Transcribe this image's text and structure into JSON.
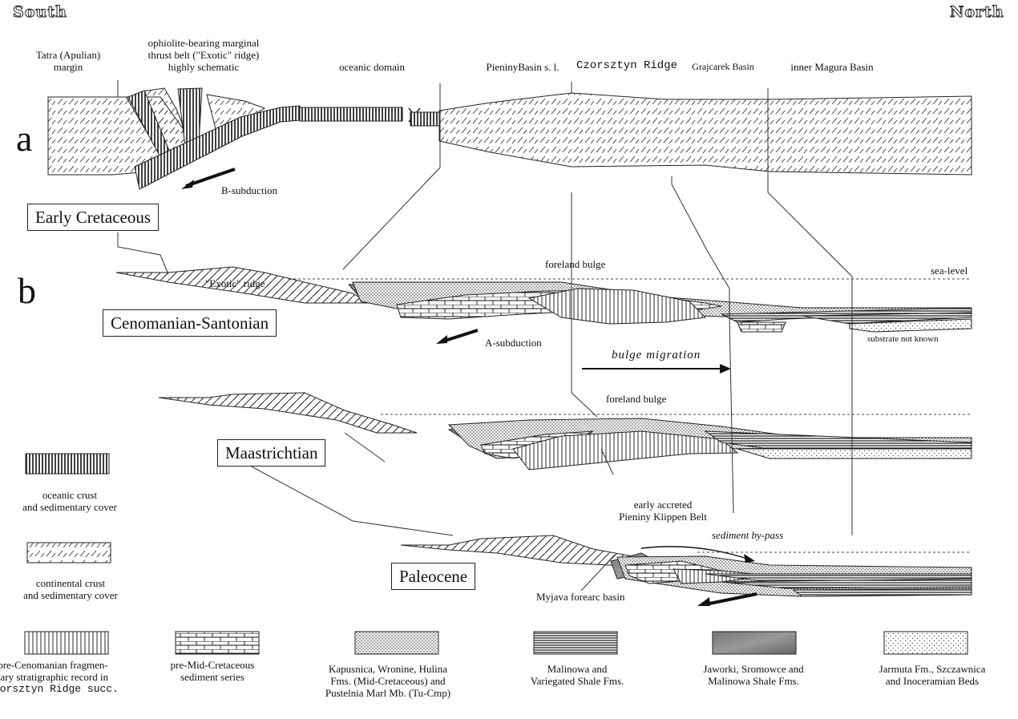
{
  "compass": {
    "south": "South",
    "north": "North"
  },
  "panel_letters": {
    "a": "a",
    "b": "b"
  },
  "top_labels": {
    "tatra": "Tatra (Apulian)\nmargin",
    "ophiolite": "ophiolite-bearing marginal\nthrust belt (\"Exotic\" ridge)\nhighly schematic",
    "oceanic_domain": "oceanic domain",
    "pieniny_basin": "PieninyBasin s. l.",
    "czorsztyn_ridge": "Czorsztyn Ridge",
    "grajcarek_basin": "Grajcarek Basin",
    "inner_magura": "inner Magura Basin"
  },
  "stage_boxes": {
    "early_cretaceous": "Early Cretaceous",
    "cenomanian_santonian": "Cenomanian-Santonian",
    "maastrichtian": "Maastrichtian",
    "paleocene": "Paleocene"
  },
  "annotations": {
    "b_subduction": "B-subduction",
    "a_subduction": "A-subduction",
    "foreland_bulge_1": "foreland bulge",
    "foreland_bulge_2": "foreland bulge",
    "sea_level": "sea-level",
    "exotic_ridge": "\"Exotic\" ridge",
    "substrate_not_known": "substrate not known",
    "bulge_migration": "bulge migration",
    "early_accreted": "early accreted\nPieniny Klippen Belt",
    "sediment_bypass": "sediment by-pass",
    "myjava": "Myjava forearc basin"
  },
  "legend_left": {
    "oceanic": "oceanic crust\nand sedimentary cover",
    "continental": "continental crust\nand sedimentary cover"
  },
  "legend_bottom": [
    {
      "label": "pre-Cenomanian fragmen-\ntary stratigraphic record in",
      "label_mono": "Czorsztyn Ridge succ."
    },
    {
      "label": "pre-Mid-Cretaceous\nsediment series"
    },
    {
      "label": "Kapusnica, Wronine, Hulina\nFms. (Mid-Cretaceous) and\nPustelnia Marl Mb. (Tu-Cmp)"
    },
    {
      "label": "Malinowa and\nVariegated Shale Fms."
    },
    {
      "label": "Jaworki, Sromowce and\nMalinowa Shale Fms."
    },
    {
      "label": "Jarmuta Fm., Szczawnica\nand Inoceramian Beds"
    }
  ]
}
